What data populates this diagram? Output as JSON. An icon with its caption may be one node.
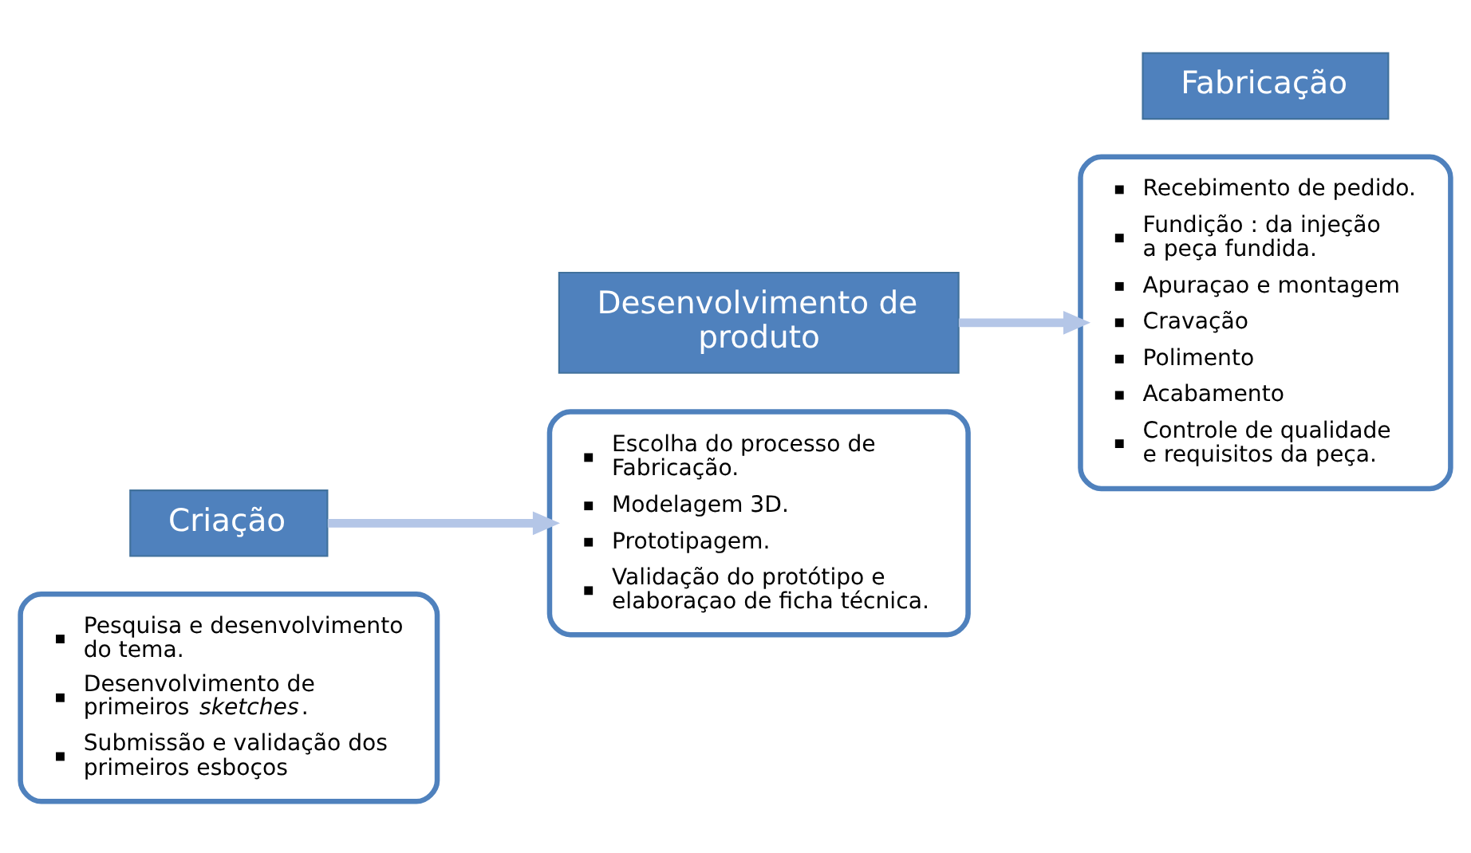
{
  "diagram": {
    "nodes": [
      {
        "text": [
          "Pesquisa e desenvolvimento do tema.",
          "Desenvolvimento de primeiros *sketches*.",
          "Submissão e validação dos primeiros esboços"
        ]
      },
      {
        "text": [
          "Criação"
        ]
      },
      {
        "text": [
          "Escolha do processo de Fabricação.",
          "Modelagem 3D.",
          "Prototipagem.",
          "Validação do protótipo e elaboraçao de ficha técnica."
        ]
      },
      {
        "text": [
          "Desenvolvimento de produto"
        ]
      },
      {
        "text": [
          "Recebimento de pedido.",
          "Fundição : da injeção a peça fundida.",
          "Apuraçao e montagem",
          "Cravação",
          "Polimento",
          "Acabamento",
          "Controle de qualidade e requisitos da peça."
        ]
      },
      {
        "text": [
          "Fabricação"
        ]
      }
    ],
    "edges": [
      {
        "from": 1,
        "to": 2,
        "arrow": "to"
      },
      {
        "from": 3,
        "to": 4,
        "arrow": "to"
      }
    ]
  }
}
